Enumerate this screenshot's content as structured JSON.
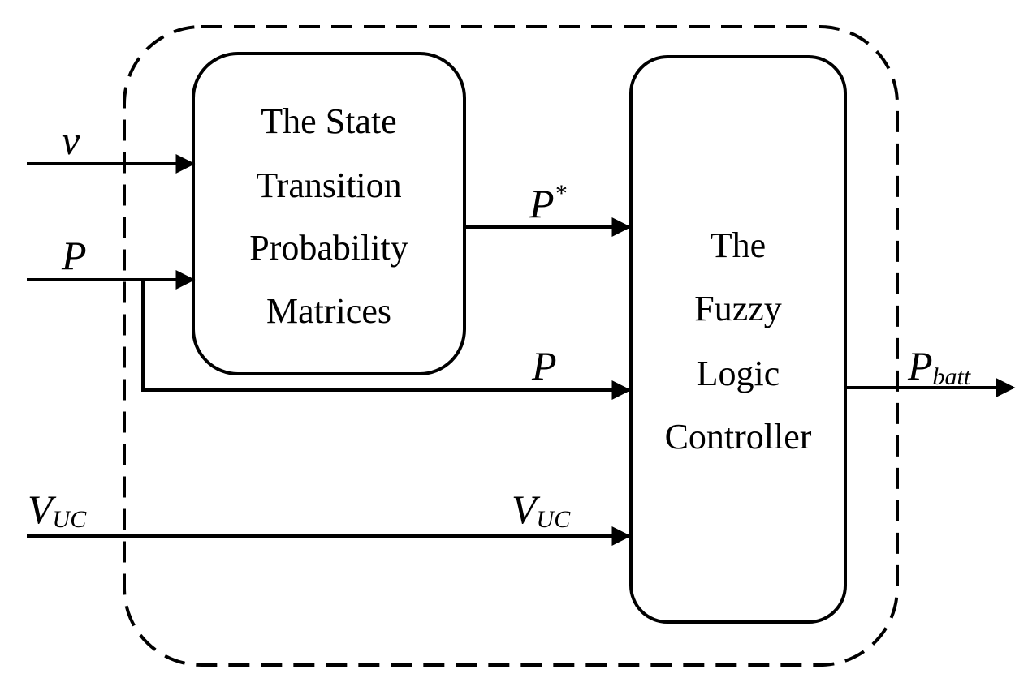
{
  "blocks": {
    "stpm": {
      "lines": [
        "The State",
        "Transition",
        "Probability",
        "Matrices"
      ]
    },
    "flc": {
      "lines": [
        "The",
        "Fuzzy",
        "Logic",
        "Controller"
      ]
    }
  },
  "signals": {
    "input_v": {
      "base": "v",
      "sub": "",
      "sup": ""
    },
    "input_p": {
      "base": "P",
      "sub": "",
      "sup": ""
    },
    "input_vuc": {
      "base": "V",
      "sub": "UC",
      "sup": ""
    },
    "p_star": {
      "base": "P",
      "sub": "",
      "sup": "*"
    },
    "p_to_flc": {
      "base": "P",
      "sub": "",
      "sup": ""
    },
    "vuc_to_flc": {
      "base": "V",
      "sub": "UC",
      "sup": ""
    },
    "output_pbatt": {
      "base": "P",
      "sub": "batt",
      "sup": ""
    }
  }
}
